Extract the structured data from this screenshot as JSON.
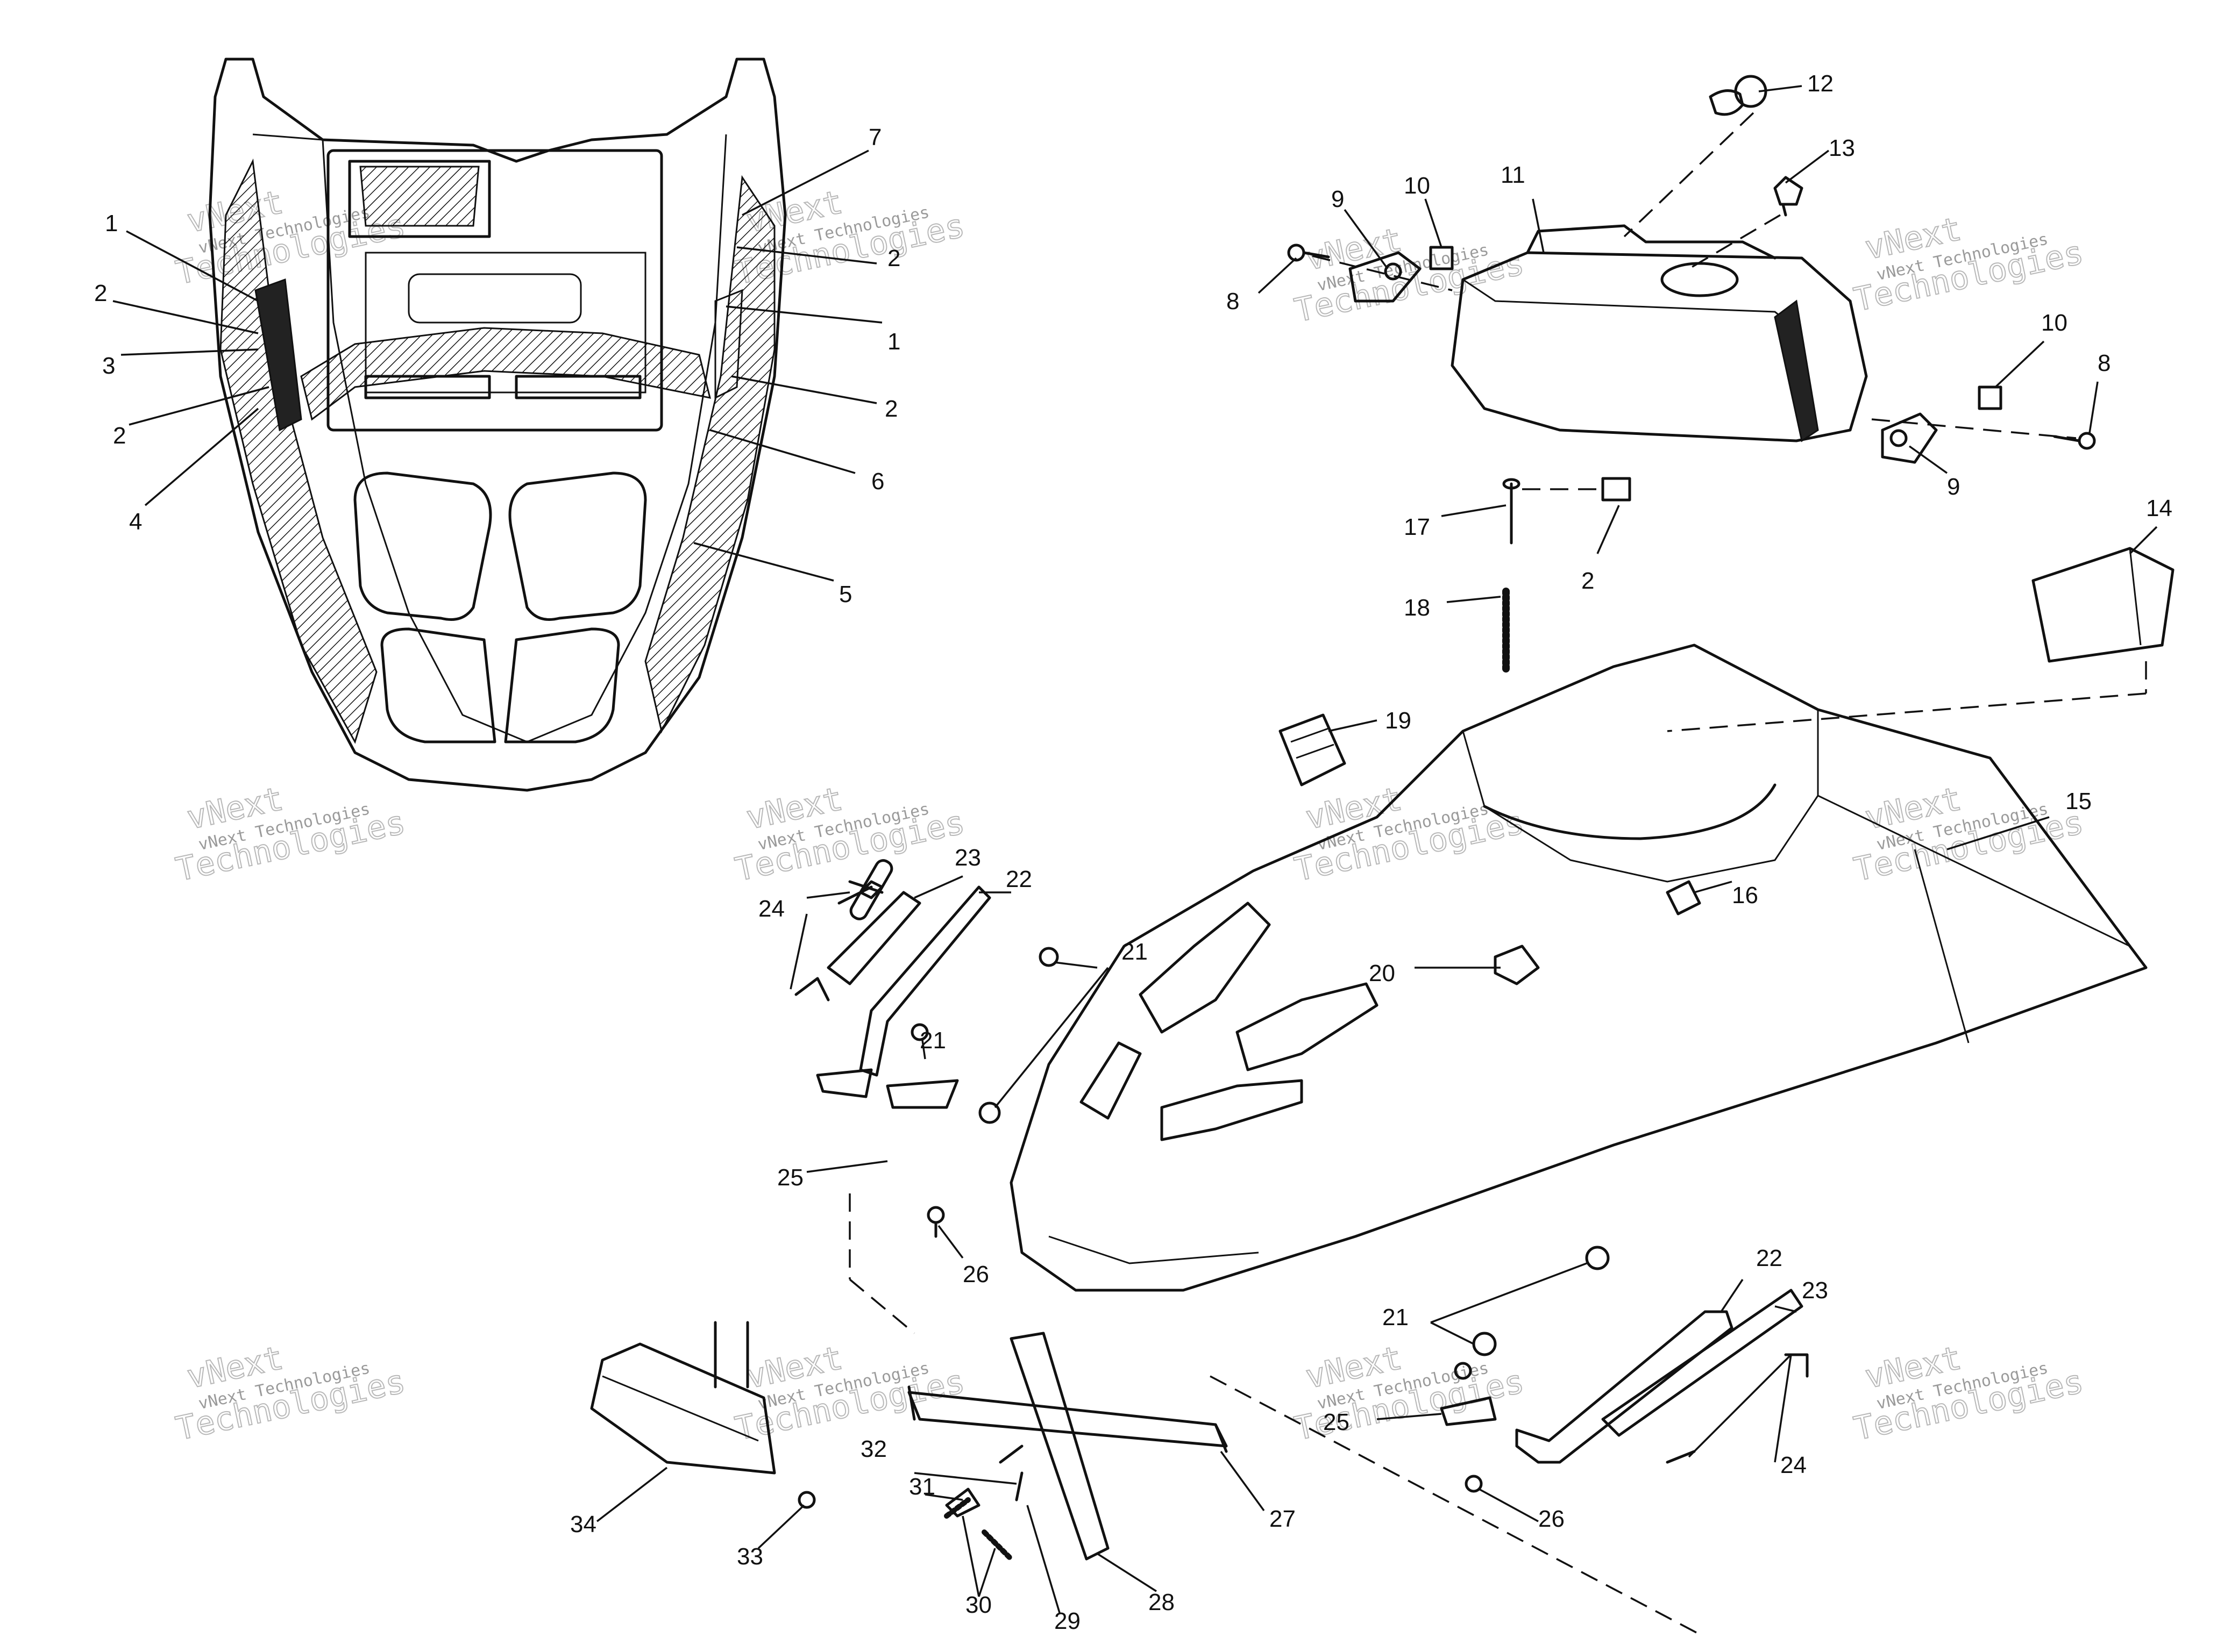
{
  "watermark": {
    "line_small": "vNext Technologies",
    "line_big": "Technologies",
    "line_top": "vNext"
  },
  "callouts": [
    {
      "id": "c1a",
      "text": "1"
    },
    {
      "id": "c2a",
      "text": "2"
    },
    {
      "id": "c3",
      "text": "3"
    },
    {
      "id": "c2b",
      "text": "2"
    },
    {
      "id": "c4",
      "text": "4"
    },
    {
      "id": "c7",
      "text": "7"
    },
    {
      "id": "c2c",
      "text": "2"
    },
    {
      "id": "c1b",
      "text": "1"
    },
    {
      "id": "c2d",
      "text": "2"
    },
    {
      "id": "c6",
      "text": "6"
    },
    {
      "id": "c5",
      "text": "5"
    },
    {
      "id": "c12",
      "text": "12"
    },
    {
      "id": "c13",
      "text": "13"
    },
    {
      "id": "c11",
      "text": "11"
    },
    {
      "id": "c10a",
      "text": "10"
    },
    {
      "id": "c9a",
      "text": "9"
    },
    {
      "id": "c8a",
      "text": "8"
    },
    {
      "id": "c10b",
      "text": "10"
    },
    {
      "id": "c8b",
      "text": "8"
    },
    {
      "id": "c9b",
      "text": "9"
    },
    {
      "id": "c17",
      "text": "17"
    },
    {
      "id": "c2e",
      "text": "2"
    },
    {
      "id": "c18",
      "text": "18"
    },
    {
      "id": "c14",
      "text": "14"
    },
    {
      "id": "c19",
      "text": "19"
    },
    {
      "id": "c15",
      "text": "15"
    },
    {
      "id": "c16",
      "text": "16"
    },
    {
      "id": "c20",
      "text": "20"
    },
    {
      "id": "c23a",
      "text": "23"
    },
    {
      "id": "c22a",
      "text": "22"
    },
    {
      "id": "c24a",
      "text": "24"
    },
    {
      "id": "c21a",
      "text": "21"
    },
    {
      "id": "c21b",
      "text": "21"
    },
    {
      "id": "c25a",
      "text": "25"
    },
    {
      "id": "c26a",
      "text": "26"
    },
    {
      "id": "c22b",
      "text": "22"
    },
    {
      "id": "c23b",
      "text": "23"
    },
    {
      "id": "c21c",
      "text": "21"
    },
    {
      "id": "c25b",
      "text": "25"
    },
    {
      "id": "c24b",
      "text": "24"
    },
    {
      "id": "c26b",
      "text": "26"
    },
    {
      "id": "c32",
      "text": "32"
    },
    {
      "id": "c31",
      "text": "31"
    },
    {
      "id": "c27",
      "text": "27"
    },
    {
      "id": "c34",
      "text": "34"
    },
    {
      "id": "c33",
      "text": "33"
    },
    {
      "id": "c30",
      "text": "30"
    },
    {
      "id": "c29",
      "text": "29"
    },
    {
      "id": "c28",
      "text": "28"
    }
  ]
}
